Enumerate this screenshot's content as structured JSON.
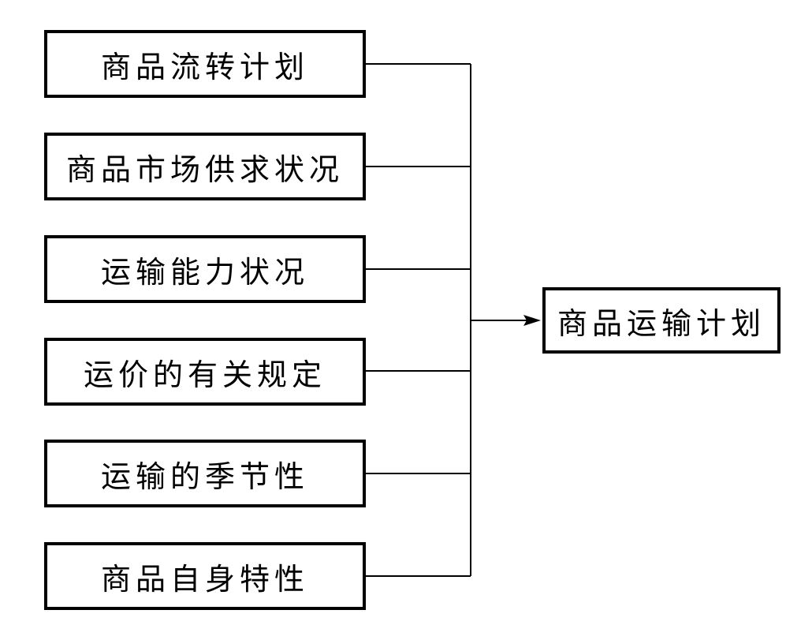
{
  "factors": [
    {
      "label": "商品流转计划"
    },
    {
      "label": "商品市场供求状况"
    },
    {
      "label": "运输能力状况"
    },
    {
      "label": "运价的有关规定"
    },
    {
      "label": "运输的季节性"
    },
    {
      "label": "商品自身特性"
    }
  ],
  "target": {
    "label": "商品运输计划"
  },
  "colors": {
    "line": "#000000",
    "box_border": "#000000",
    "background": "#ffffff"
  }
}
